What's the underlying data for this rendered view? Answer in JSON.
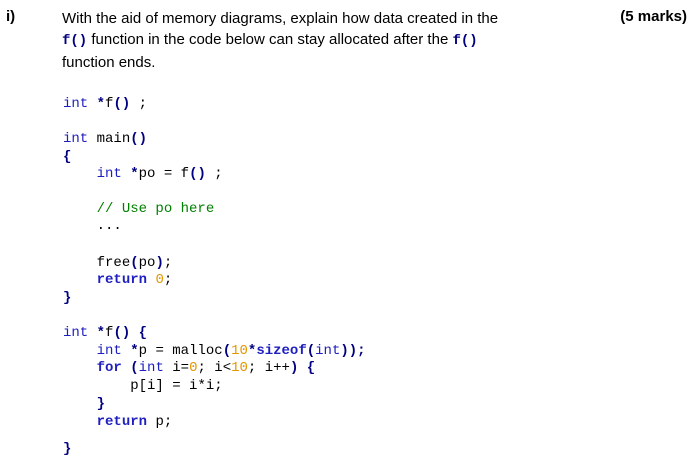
{
  "question": {
    "number": "i)",
    "marks": "(5 marks)",
    "line1": "With the aid of memory diagrams, explain how data created in the",
    "code_f1": "f()",
    "line2_mid": " function in the code below can stay allocated after the ",
    "code_f2": "f()",
    "line3": "function ends."
  },
  "code": {
    "l1": {
      "kw": "int",
      "ptr": " *",
      "fn": "f",
      "paren": "()",
      "end": " ;"
    },
    "l2": {
      "kw": "int",
      "name": " main",
      "paren": "()"
    },
    "l3": {
      "brace": "{"
    },
    "l4": {
      "indent": "    ",
      "kw": "int",
      "ptr": " *",
      "var": "po",
      "eq": " = ",
      "fn": "f",
      "paren": "()",
      "end": " ;"
    },
    "l5": {
      "indent": "    ",
      "comment": "// Use po here"
    },
    "l6": {
      "indent": "    ",
      "dots": "..."
    },
    "l7": {
      "indent": "    ",
      "fn": "free",
      "open": "(",
      "arg": "po",
      "close": ")",
      "end": ";"
    },
    "l8": {
      "indent": "    ",
      "kw": "return",
      "sp": " ",
      "num": "0",
      "end": ";"
    },
    "l9": {
      "brace": "}"
    },
    "l10": {
      "kw": "int",
      "ptr": " *",
      "fn": "f",
      "paren": "()",
      "brace": " {"
    },
    "l11": {
      "indent": "    ",
      "kw": "int",
      "ptr": " *",
      "var": "p",
      "eq": " = ",
      "fn": "malloc",
      "open": "(",
      "num": "10",
      "star": "*",
      "sizeof": "sizeof",
      "open2": "(",
      "kw2": "int",
      "close": "));"
    },
    "l12": {
      "indent": "    ",
      "kw": "for",
      "open": " (",
      "kw2": "int",
      "var": " i=",
      "num": "0",
      "semi1": "; ",
      "cond": "i<",
      "num2": "10",
      "semi2": "; ",
      "inc": "i++",
      "close": ")",
      "brace": " {"
    },
    "l13": {
      "indent": "        ",
      "lhs": "p[i]",
      "eq": " = ",
      "rhs": "i*i",
      "end": ";"
    },
    "l14": {
      "indent": "    ",
      "brace": "}"
    },
    "l15": {
      "indent": "    ",
      "kw": "return",
      "sp": " ",
      "var": "p",
      "end": ";"
    },
    "l16": {
      "brace": "}"
    }
  }
}
